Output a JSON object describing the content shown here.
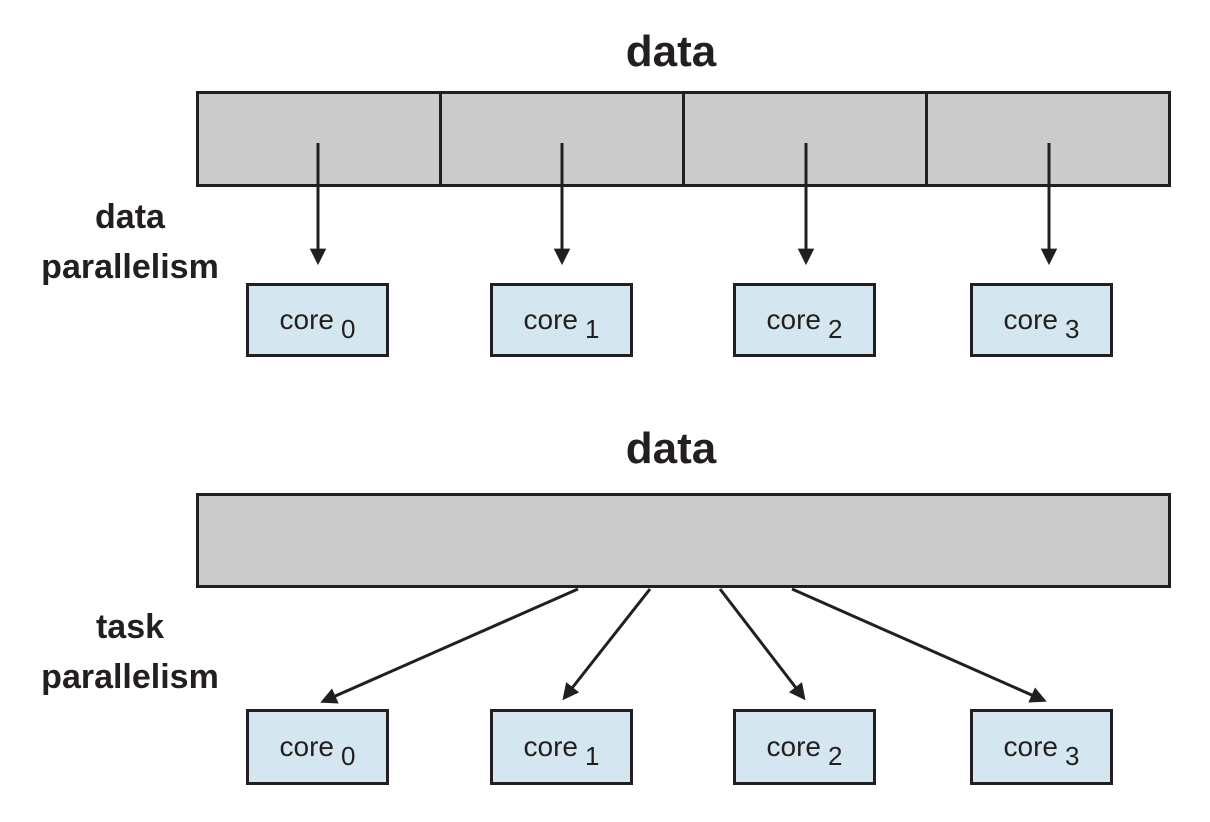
{
  "figure": {
    "background": "#ffffff",
    "colors": {
      "bar_fill": "#cbcbcb",
      "bar_border": "#231f20",
      "core_fill": "#d4e6ef",
      "core_border": "#231f20",
      "text": "#231f20",
      "arrow": "#231f20"
    },
    "sections": [
      {
        "id": "data-parallelism",
        "side_label": [
          "data",
          "parallelism"
        ],
        "data_label": "data",
        "bar_segments": 4,
        "cores": [
          {
            "label": "core",
            "index": "0"
          },
          {
            "label": "core",
            "index": "1"
          },
          {
            "label": "core",
            "index": "2"
          },
          {
            "label": "core",
            "index": "3"
          }
        ]
      },
      {
        "id": "task-parallelism",
        "side_label": [
          "task",
          "parallelism"
        ],
        "data_label": "data",
        "bar_segments": 1,
        "cores": [
          {
            "label": "core",
            "index": "0"
          },
          {
            "label": "core",
            "index": "1"
          },
          {
            "label": "core",
            "index": "2"
          },
          {
            "label": "core",
            "index": "3"
          }
        ]
      }
    ]
  }
}
